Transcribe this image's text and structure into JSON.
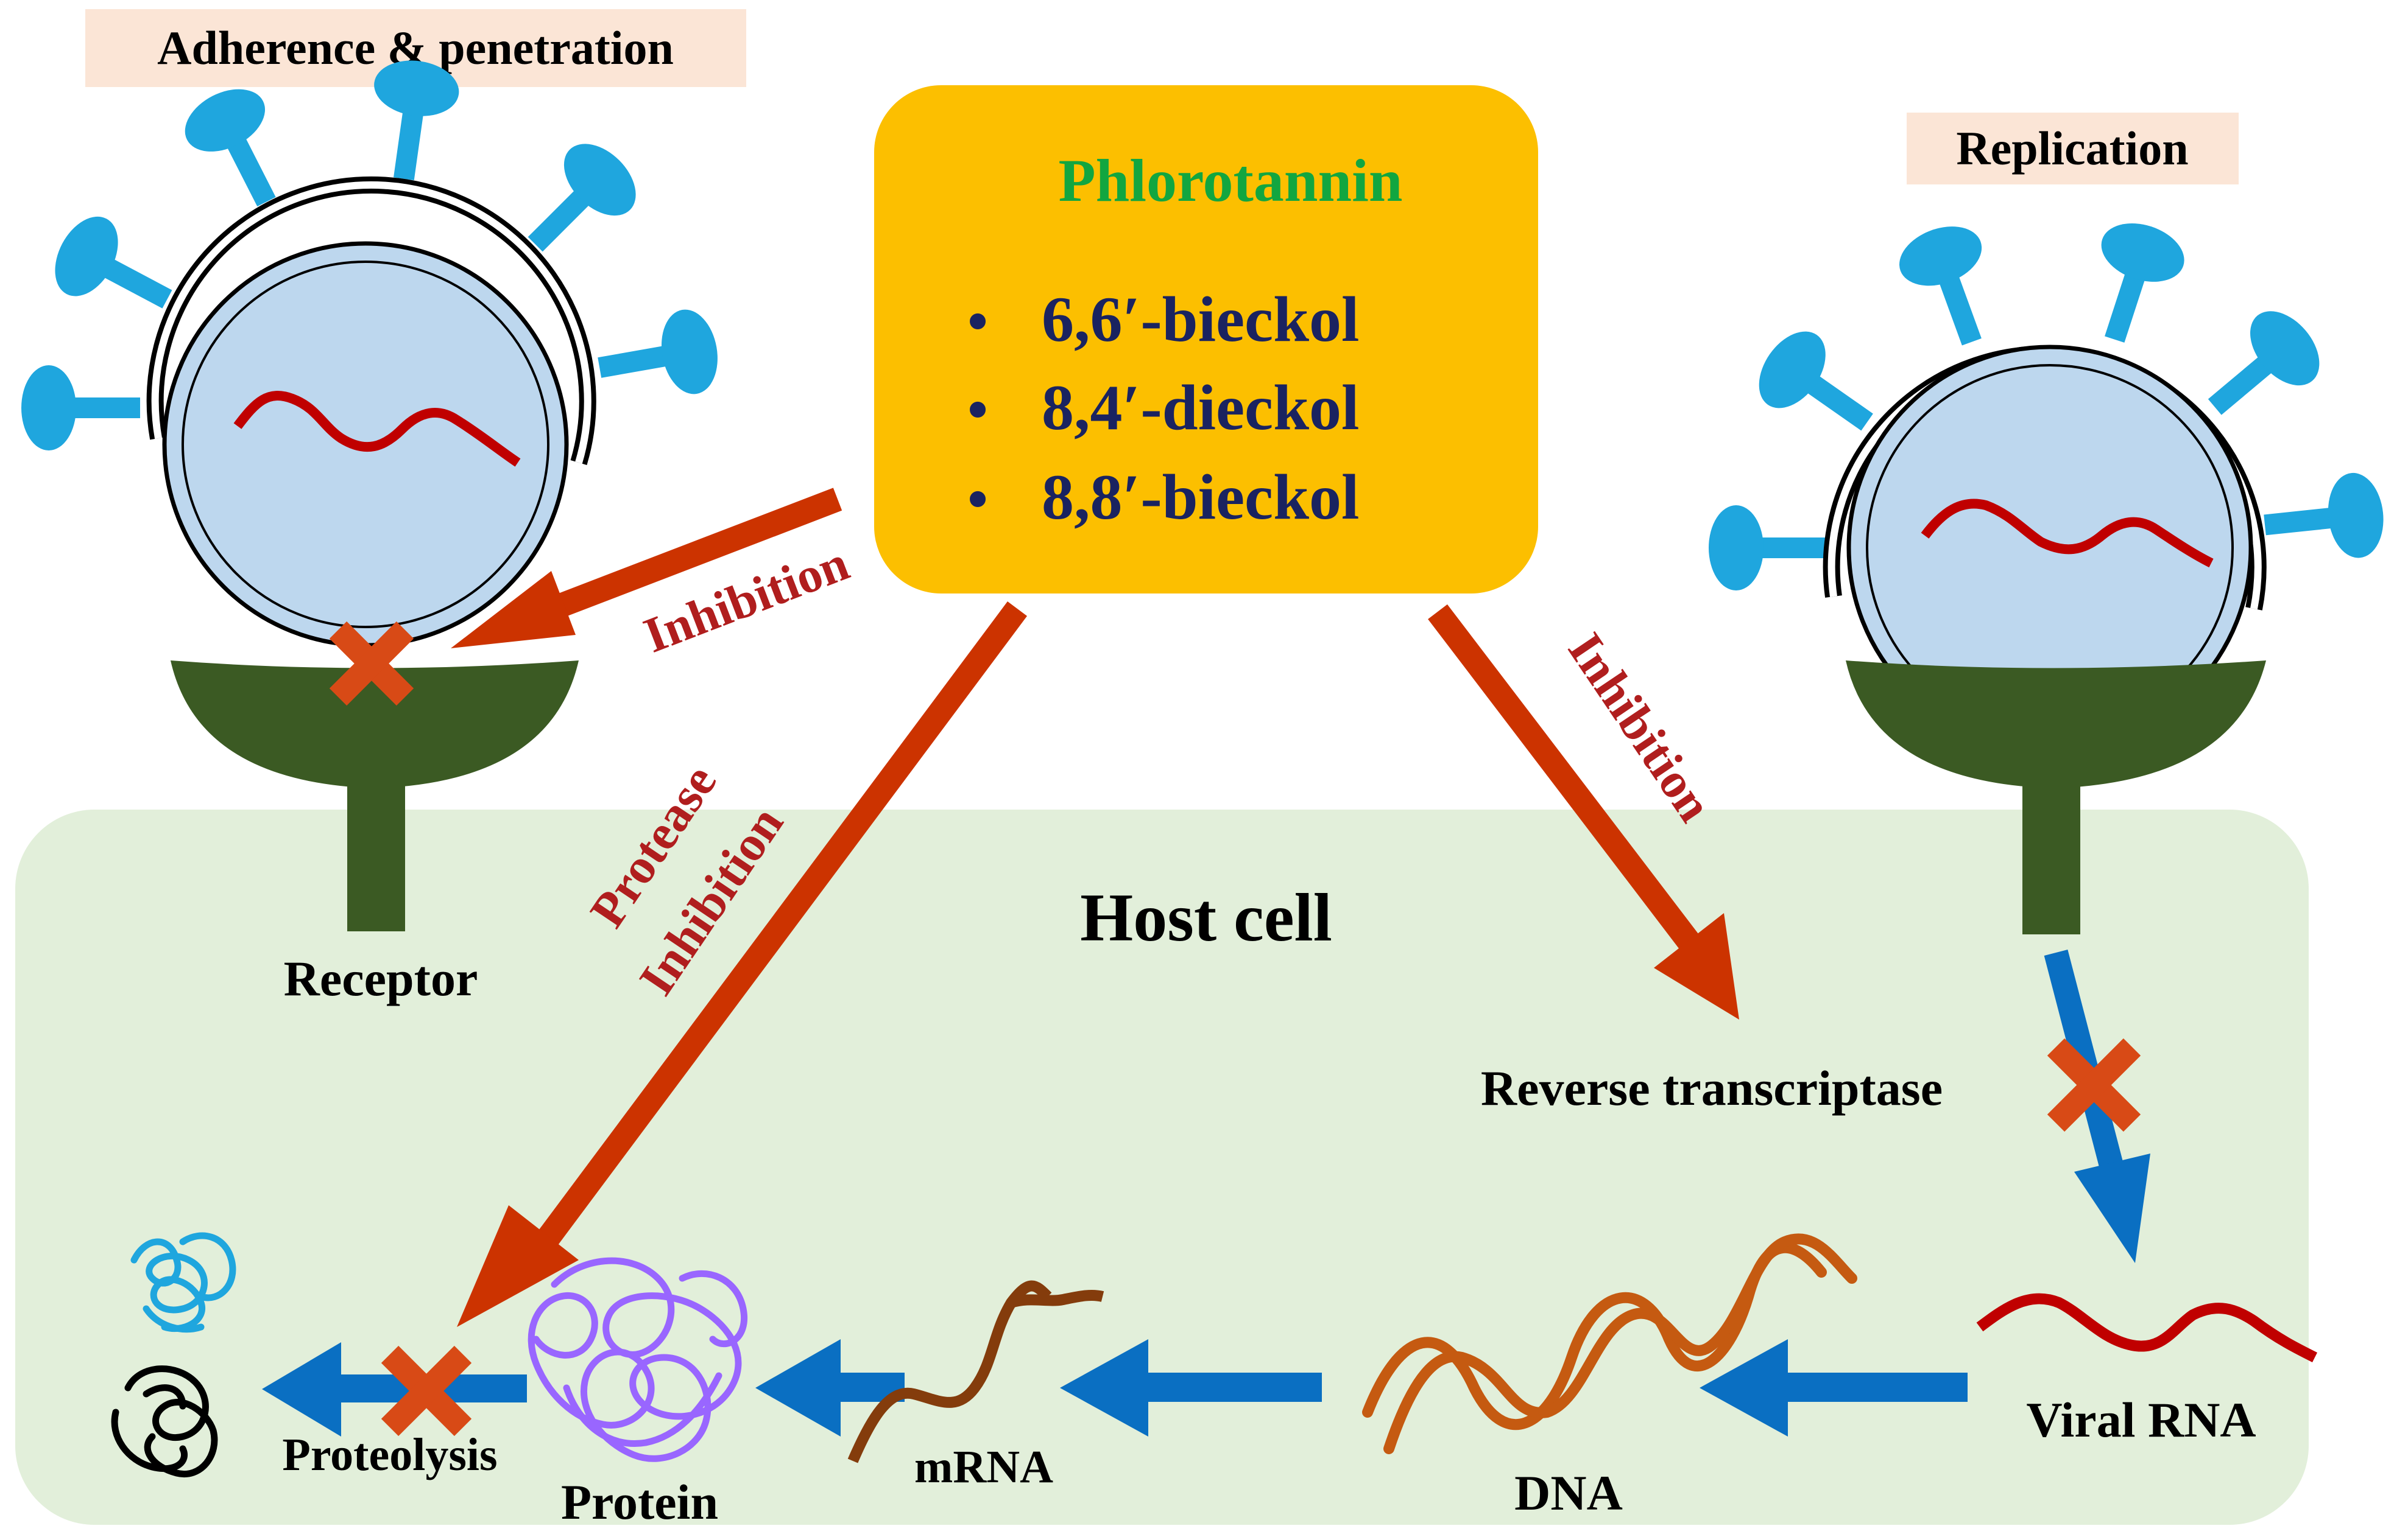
{
  "labels": {
    "adherence": "Adherence & penetration",
    "replication": "Replication",
    "phlorotannin_title": "Phlorotannin",
    "compounds": [
      "6,6′-bieckol",
      "8,4′-dieckol",
      "8,8′-bieckol"
    ],
    "bullet": "•",
    "inhibition_left": "Inhibition",
    "protease": "Protease",
    "protease_inhibition": "Inhibition",
    "inhibition_right": "Inhibition",
    "host_cell": "Host cell",
    "receptor": "Receptor",
    "reverse_transcriptase": "Reverse transcriptase",
    "proteolysis": "Proteolysis",
    "protein": "Protein",
    "mrna": "mRNA",
    "dna": "DNA",
    "viral_rna": "Viral RNA"
  },
  "colors": {
    "inhibition_arrow": "#cc3300",
    "inhibition_text": "#b01e1e",
    "flow_arrow": "#0a6fc2",
    "compound_box": "#fcbf00",
    "compound_title": "#12a640",
    "compound_text": "#1a2360",
    "host_cell": "#e2efda",
    "receptor": "#3b5a23",
    "spike": "#1fa6de",
    "virion_fill": "#bdd7ee",
    "label_bg": "#fbe5d6",
    "viral_rna": "#c00000",
    "dna": "#c55a11",
    "mrna": "#843c0c",
    "protein": "#9966ff"
  }
}
